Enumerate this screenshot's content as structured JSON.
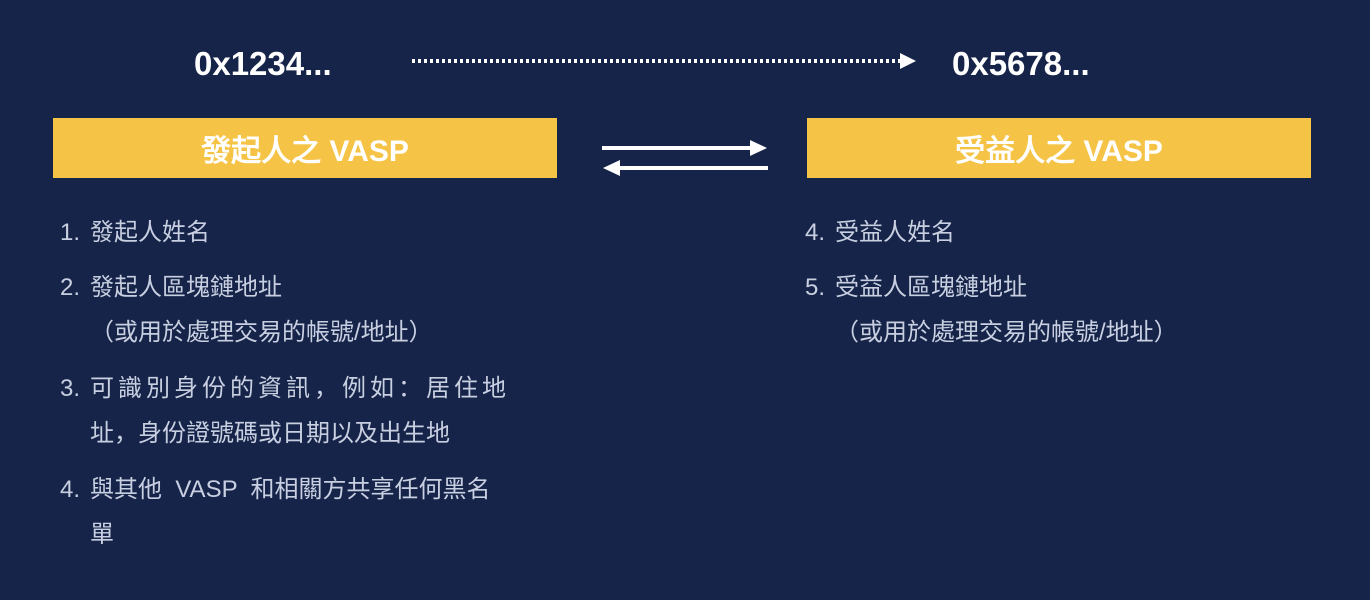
{
  "originator": {
    "address": "0x1234...",
    "vasp_label": "發起人之 VASP",
    "items": [
      {
        "num": "1.",
        "lines": [
          "發起人姓名"
        ]
      },
      {
        "num": "2.",
        "lines": [
          "發起人區塊鏈地址",
          "（或用於處理交易的帳號/地址）"
        ]
      },
      {
        "num": "3.",
        "lines": [
          "可識別身份的資訊，例如：居住地",
          "址，身份證號碼或日期以及出生地"
        ]
      },
      {
        "num": "4.",
        "lines": [
          "與其他  VASP  和相關方共享任何黑名",
          "單"
        ]
      }
    ]
  },
  "beneficiary": {
    "address": "0x5678...",
    "vasp_label": "受益人之 VASP",
    "items": [
      {
        "num": "4.",
        "lines": [
          "受益人姓名"
        ]
      },
      {
        "num": "5.",
        "lines": [
          "受益人區塊鏈地址",
          "（或用於處理交易的帳號/地址）"
        ]
      }
    ]
  },
  "colors": {
    "background": "#16244a",
    "box": "#f5c346",
    "text": "#c8cfe0"
  }
}
